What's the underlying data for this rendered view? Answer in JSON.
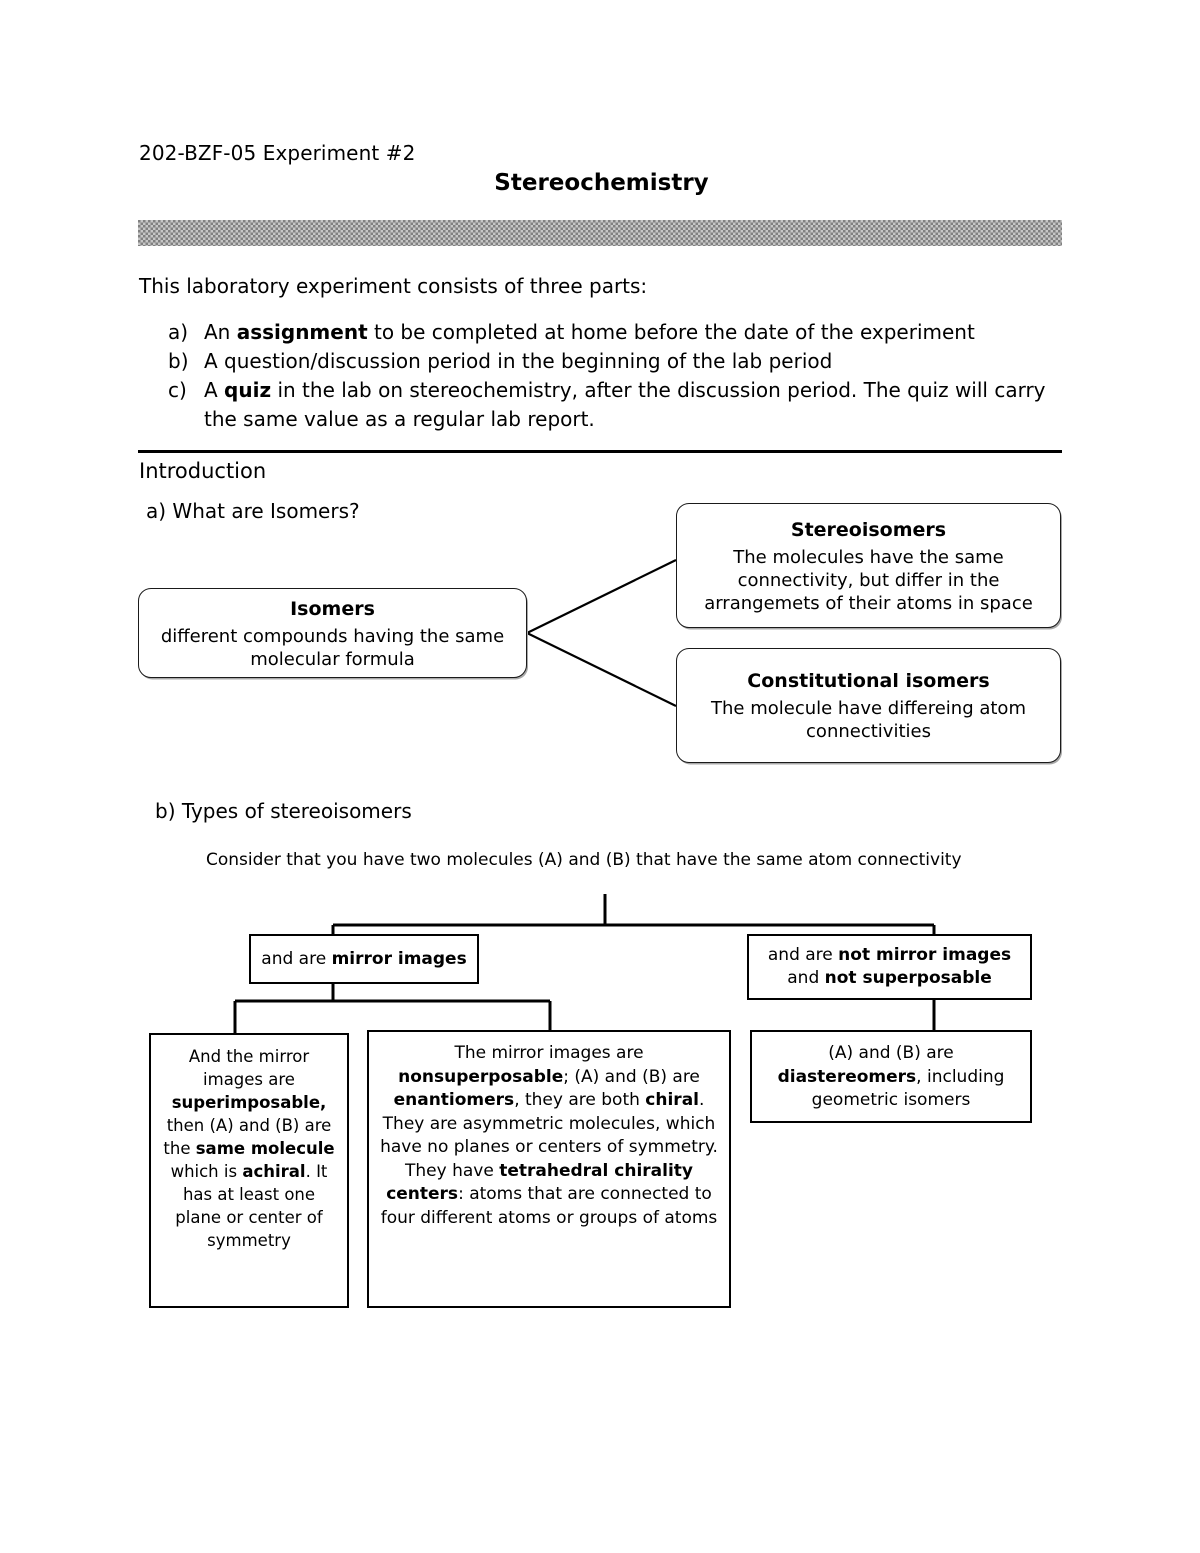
{
  "header": {
    "course_line": "202-BZF-05 Experiment #2",
    "title": "Stereochemistry"
  },
  "intro": {
    "lead": "This laboratory experiment consists of three parts:",
    "parts": [
      {
        "marker": "a)",
        "text_before": "An ",
        "bold": "assignment",
        "text_after": " to be completed at home before the date of the experiment"
      },
      {
        "marker": "b)",
        "text_before": "A question/discussion period in the beginning of the lab period",
        "bold": "",
        "text_after": ""
      },
      {
        "marker": "c)",
        "text_before": "A ",
        "bold": "quiz",
        "text_after": " in the lab on stereochemistry, after the discussion period. The quiz will carry the same value as a regular lab report."
      }
    ]
  },
  "section": {
    "heading": "Introduction",
    "sub_a": "a) What are Isomers?",
    "sub_b": "b) Types of stereoisomers",
    "consider": "Consider that you have two molecules (A) and (B) that have the same atom connectivity"
  },
  "isomer_diagram": {
    "root": {
      "title": "Isomers",
      "desc": "different compounds having the same molecular formula"
    },
    "branches": [
      {
        "title": "Stereoisomers",
        "desc": "The molecules have the same connectivity, but differ in the arrangemets of their atoms in space"
      },
      {
        "title": "Constitutional isomers",
        "desc": "The molecule have differeing atom connectivities"
      }
    ]
  },
  "stereo_tree": {
    "mirror_images": {
      "plain_1": "and are ",
      "bold_1": "mirror images"
    },
    "not_mirror_images": {
      "plain_1": "and are ",
      "bold_1": "not mirror images",
      "plain_2": "and ",
      "bold_2": "not superposable"
    },
    "same_molecule": {
      "p1": "And the mirror images are ",
      "b1": "superimposable,",
      "p2": " then (A) and (B) are the ",
      "b2": "same molecule",
      "p3": " which is ",
      "b3": "achiral",
      "p4": ". It has at least one plane or center of symmetry"
    },
    "enantiomers": {
      "p1": "The mirror images are ",
      "b1": "nonsuperposable",
      "p2": "; (A) and (B) are ",
      "b2": "enantiomers",
      "p3": ", they are both ",
      "b3": "chiral",
      "p4": ". They are asymmetric molecules, which have no planes or centers of symmetry. They have ",
      "b4": "tetrahedral chirality centers",
      "p5": ": atoms that are connected to four different atoms or groups of atoms"
    },
    "diastereomers": {
      "p1": "(A) and (B) are ",
      "b1": "diastereomers",
      "p2": ", including geometric isomers"
    }
  },
  "colors": {
    "ink": "#000000",
    "rule": "#000000",
    "bar_gray": "#808080",
    "box_border": "#1a1a1a",
    "box_shadow": "#a8a8a8"
  }
}
